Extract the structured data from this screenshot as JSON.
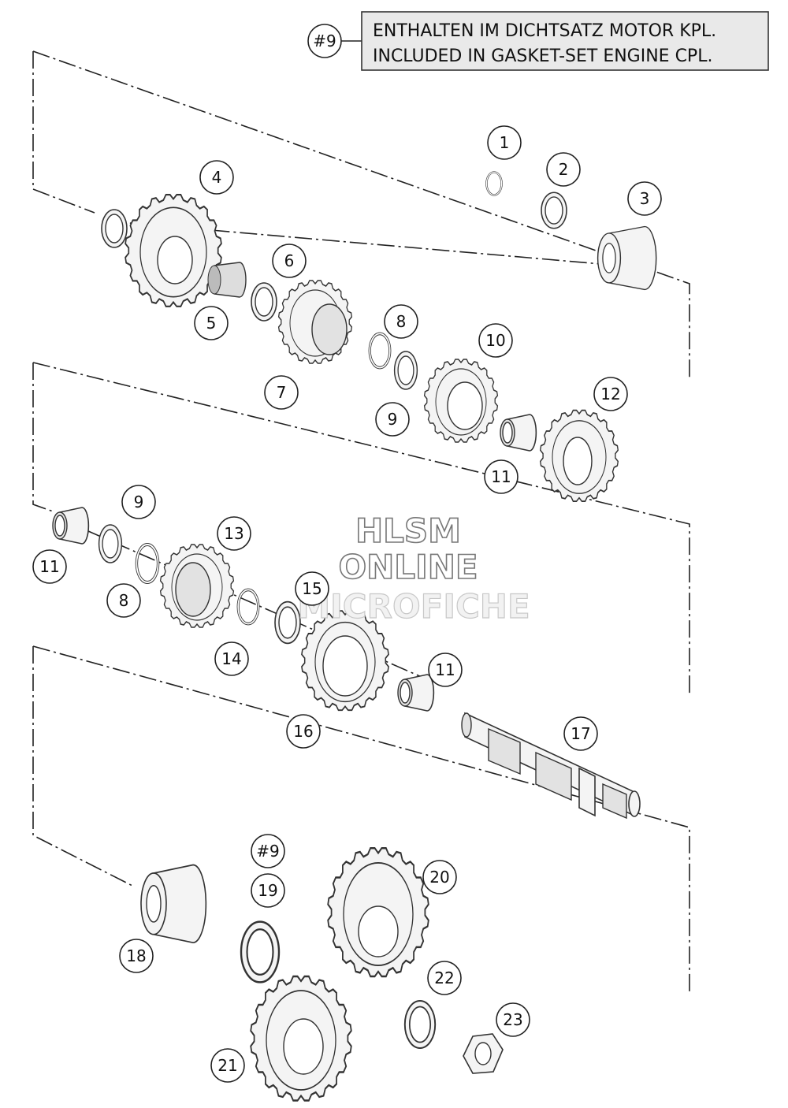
{
  "legend": {
    "ref": "#9",
    "line1": "ENTHALTEN IM DICHTSATZ MOTOR KPL.",
    "line2": "INCLUDED IN GASKET-SET ENGINE CPL."
  },
  "watermark": {
    "line1": "HLSM",
    "line2": "ONLINE",
    "line3": "MICROFICHE"
  },
  "callouts": {
    "c1": "1",
    "c2": "2",
    "c3": "3",
    "c4": "4",
    "c5": "5",
    "c6": "6",
    "c7": "7",
    "c8a": "8",
    "c9a": "9",
    "c10": "10",
    "c11a": "11",
    "c12": "12",
    "c9b": "9",
    "c11b": "11",
    "c13": "13",
    "c8b": "8",
    "c15": "15",
    "c14": "14",
    "c11c": "11",
    "c16": "16",
    "c17": "17",
    "c9ref": "#9",
    "c19": "19",
    "c20": "20",
    "c18": "18",
    "c22": "22",
    "c23": "23",
    "c21": "21"
  }
}
